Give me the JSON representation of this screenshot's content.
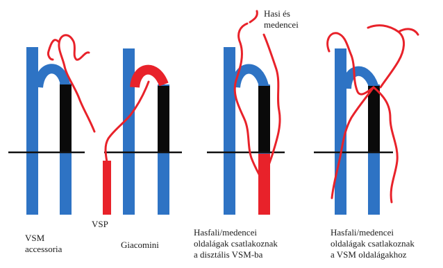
{
  "colors": {
    "vein_blue": "#2e73c4",
    "vein_red": "#e8222a",
    "valve_black": "#0a0a0a",
    "ground_line": "#111111",
    "text": "#1a1a1a"
  },
  "panels": [
    {
      "caption_lines": [
        "VSM",
        "accessoria"
      ]
    },
    {
      "caption_lines": [
        "Giacomini"
      ],
      "extra_label": "VSP"
    },
    {
      "caption_lines": [
        "Hasfali/medencei",
        "oldalágak csatlakoznak",
        "a disztális VSM-ba"
      ],
      "extra_label_lines": [
        "Hasi és",
        "medencei"
      ]
    },
    {
      "caption_lines": [
        "Hasfali/medencei",
        "oldalágak csatlakoznak",
        "a VSM oldalágakhoz"
      ]
    }
  ]
}
